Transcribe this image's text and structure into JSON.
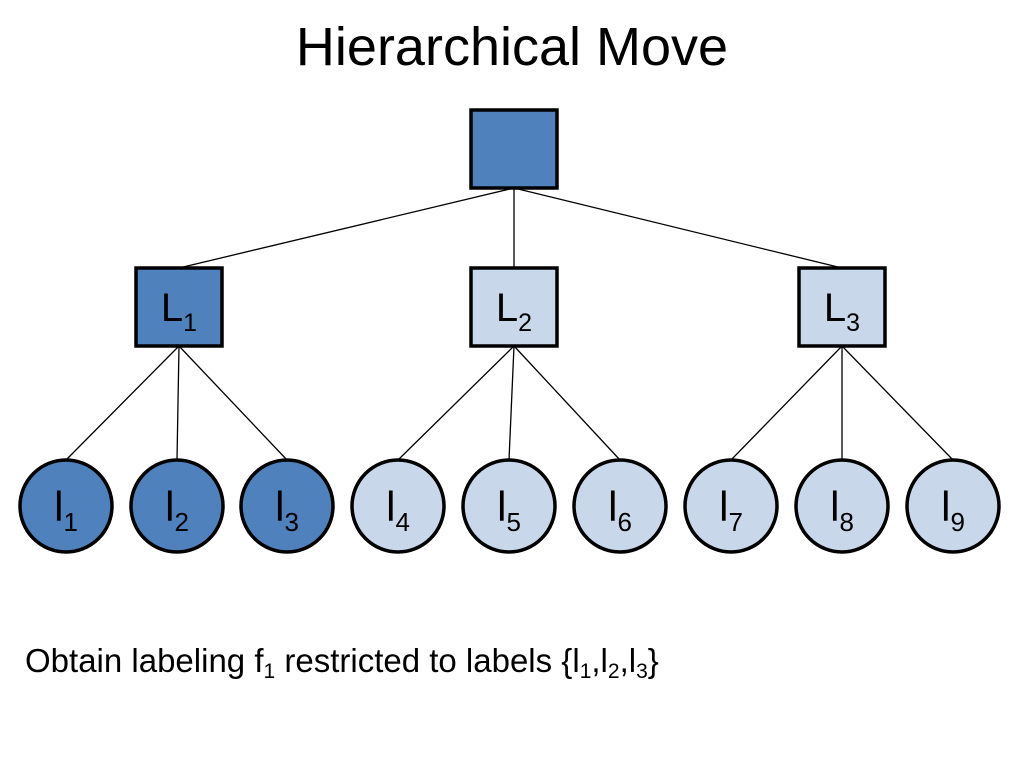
{
  "title": "Hierarchical Move",
  "colors": {
    "selected_fill": "#4f81bd",
    "unselected_fill": "#c9d7ea",
    "stroke": "#000000"
  },
  "tree": {
    "root": {
      "label": "",
      "selected": true
    },
    "groups": [
      {
        "id": "L1",
        "label": "L",
        "sub": "1",
        "selected": true,
        "leaves": [
          {
            "label": "l",
            "sub": "1",
            "selected": true
          },
          {
            "label": "l",
            "sub": "2",
            "selected": true
          },
          {
            "label": "l",
            "sub": "3",
            "selected": true
          }
        ]
      },
      {
        "id": "L2",
        "label": "L",
        "sub": "2",
        "selected": false,
        "leaves": [
          {
            "label": "l",
            "sub": "4",
            "selected": false
          },
          {
            "label": "l",
            "sub": "5",
            "selected": false
          },
          {
            "label": "l",
            "sub": "6",
            "selected": false
          }
        ]
      },
      {
        "id": "L3",
        "label": "L",
        "sub": "3",
        "selected": false,
        "leaves": [
          {
            "label": "l",
            "sub": "7",
            "selected": false
          },
          {
            "label": "l",
            "sub": "8",
            "selected": false
          },
          {
            "label": "l",
            "sub": "9",
            "selected": false
          }
        ]
      }
    ]
  },
  "caption": {
    "prefix": "Obtain labeling f",
    "f_sub": "1",
    "middle": " restricted to labels {",
    "l1": "l",
    "l1_sub": "1",
    "comma1": ",",
    "l2": "l",
    "l2_sub": "2",
    "comma2": ",",
    "l3": "l",
    "l3_sub": "3",
    "suffix": "}"
  }
}
